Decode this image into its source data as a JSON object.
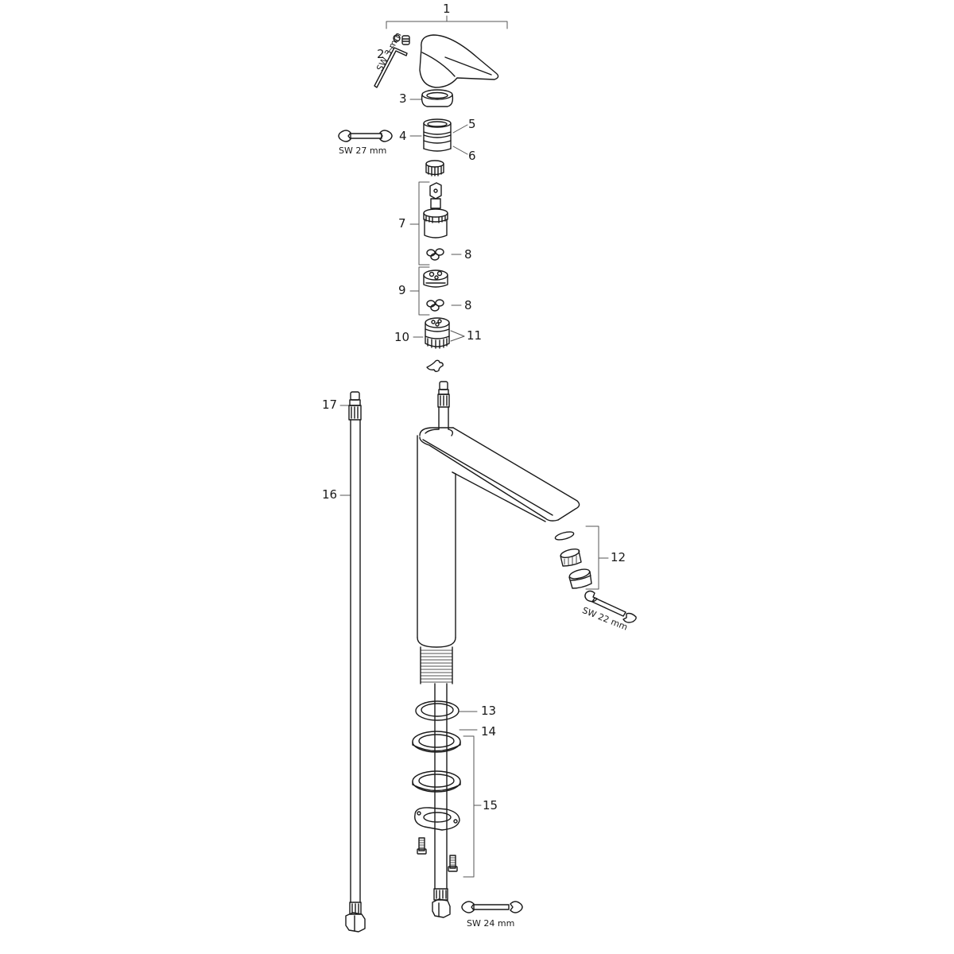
{
  "diagram": {
    "type": "exploded-parts-view",
    "subject": "single-lever basin mixer (tall spout)",
    "parts": [
      {
        "id": "1",
        "label": "1",
        "name": "lever-handle-assembly"
      },
      {
        "id": "2",
        "label": "2",
        "name": "grub-screw-and-cap"
      },
      {
        "id": "3",
        "label": "3",
        "name": "cover-cap"
      },
      {
        "id": "4",
        "label": "4",
        "name": "cartridge-nut"
      },
      {
        "id": "5",
        "label": "5",
        "name": "o-ring-upper"
      },
      {
        "id": "6",
        "label": "6",
        "name": "o-ring-lower"
      },
      {
        "id": "7",
        "label": "7",
        "name": "cartridge"
      },
      {
        "id": "8a",
        "label": "8",
        "name": "seal-set-upper"
      },
      {
        "id": "8b",
        "label": "8",
        "name": "seal-set-lower"
      },
      {
        "id": "9",
        "label": "9",
        "name": "cartridge-base-with-seals"
      },
      {
        "id": "10",
        "label": "10",
        "name": "valve-insert"
      },
      {
        "id": "11",
        "label": "11",
        "name": "insert-o-rings"
      },
      {
        "id": "12",
        "label": "12",
        "name": "aerator-set"
      },
      {
        "id": "13",
        "label": "13",
        "name": "base-washer"
      },
      {
        "id": "14",
        "label": "14",
        "name": "rubber-gasket"
      },
      {
        "id": "15",
        "label": "15",
        "name": "mounting-set"
      },
      {
        "id": "16",
        "label": "16",
        "name": "flexible-hose"
      },
      {
        "id": "17",
        "label": "17",
        "name": "hose-connector"
      }
    ],
    "tools": [
      {
        "name": "hex-key",
        "label": "SW 3 mm"
      },
      {
        "name": "wrench-27",
        "label": "SW 27 mm"
      },
      {
        "name": "wrench-22",
        "label": "SW 22 mm"
      },
      {
        "name": "wrench-24",
        "label": "SW 24 mm"
      }
    ]
  }
}
